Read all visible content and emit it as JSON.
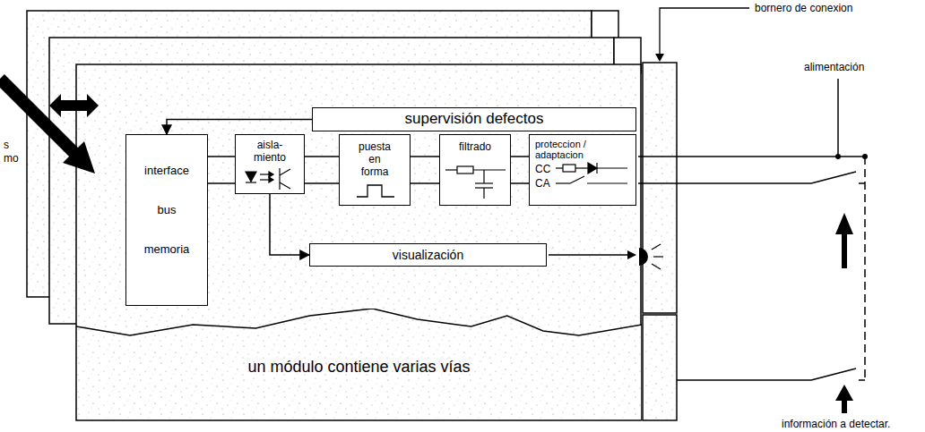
{
  "diagram": {
    "nodes": [
      {
        "text": [
          "supervisión defectos"
        ]
      },
      {
        "text": [
          "interface bus memoria"
        ]
      },
      {
        "text": [
          "aisla- miento"
        ]
      },
      {
        "text": [
          "puesta en forma"
        ]
      },
      {
        "text": [
          "filtrado"
        ]
      },
      {
        "text": [
          "proteccion / adaptacion",
          "CC",
          "CA"
        ]
      },
      {
        "text": [
          "visualización"
        ]
      },
      {
        "text": [
          "un módulo contiene varias vías"
        ]
      }
    ],
    "edges": [
      {
        "from": 0,
        "to": 1,
        "arrow": "to"
      },
      {
        "from": 1,
        "to": 2,
        "arrow": "none"
      },
      {
        "from": 2,
        "to": 3,
        "arrow": "none"
      },
      {
        "from": 3,
        "to": 4,
        "arrow": "none"
      },
      {
        "from": 4,
        "to": 5,
        "arrow": "none"
      },
      {
        "from": 2,
        "to": 6,
        "arrow": "to"
      }
    ],
    "labels": [
      "bornero de conexion",
      "alimentación",
      "información a detectar.",
      "s",
      "mo"
    ]
  }
}
